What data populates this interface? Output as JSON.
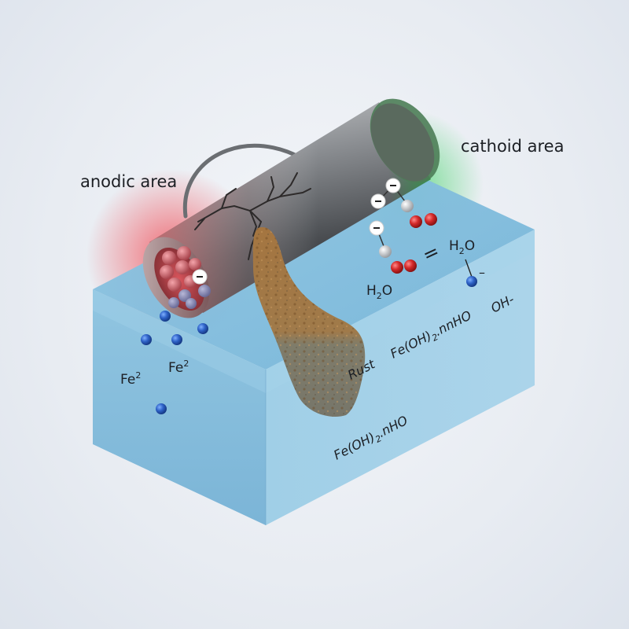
{
  "diagram": {
    "title_hint": "Electrochemical corrosion of an iron pipe in water",
    "labels": {
      "anodic_area": "anodic area",
      "cathodic_area": "cathoid area",
      "fe_ion_1": "Fe",
      "fe_ion_1_sup": "2",
      "fe_ion_2": "Fe",
      "fe_ion_2_sup": "2",
      "water_1": "H",
      "water_1_sub": "2",
      "water_1_tail": "O",
      "water_2": "H",
      "water_2_sub": "2",
      "water_2_tail": "O",
      "equals_sign": "=",
      "electron_charge": "–",
      "rust": "Rust",
      "hydroxide_rust_upper": "Fe(OH)",
      "hydroxide_rust_upper_sub": "2",
      "hydroxide_rust_upper_tail": ".nnHO",
      "hydroxide_ion": "OH-",
      "hydroxide_rust_lower": "Fe(OH)",
      "hydroxide_rust_lower_sub": "2",
      "hydroxide_rust_lower_tail": ".nHO"
    },
    "colors": {
      "anodic_glow": "#e5474f",
      "cathodic_glow": "#3fbf5a",
      "water": "#7fc0e0",
      "pipe": "#6b6e72",
      "rust_top": "#a77a44",
      "rust_bottom": "#7d7a68",
      "iron_ion": "#2f63c8",
      "oxygen": "#d42a2a",
      "hydrogen": "#d8dadc",
      "electron": "#ffffff"
    }
  }
}
